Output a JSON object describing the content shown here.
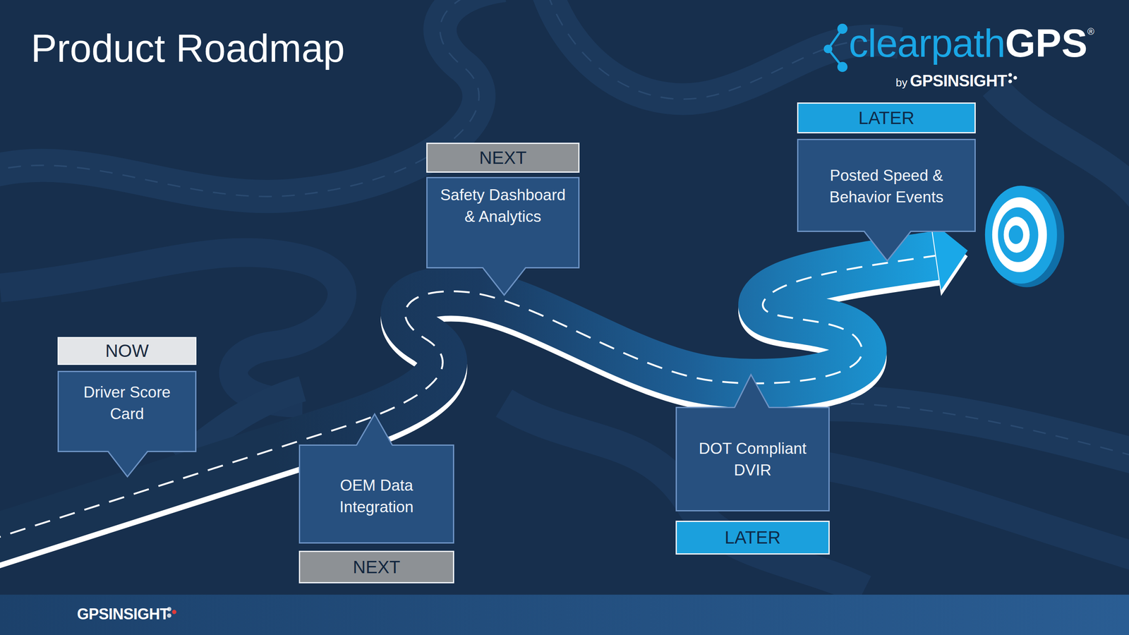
{
  "diagram": {
    "title": "Product Roadmap",
    "nodes": [
      {
        "text": [
          "NOW",
          "Driver Score Card"
        ]
      },
      {
        "text": [
          "NEXT",
          "OEM Data Integration"
        ]
      },
      {
        "text": [
          "NEXT",
          "Safety Dashboard & Analytics"
        ]
      },
      {
        "text": [
          "LATER",
          "DOT Compliant DVIR"
        ]
      },
      {
        "text": [
          "LATER",
          "Posted Speed & Behavior Events"
        ]
      }
    ],
    "labels": [
      "clearpath",
      "GPS",
      "®",
      "by",
      "GPSINSIGHT",
      "GPSINSIGHT"
    ]
  }
}
